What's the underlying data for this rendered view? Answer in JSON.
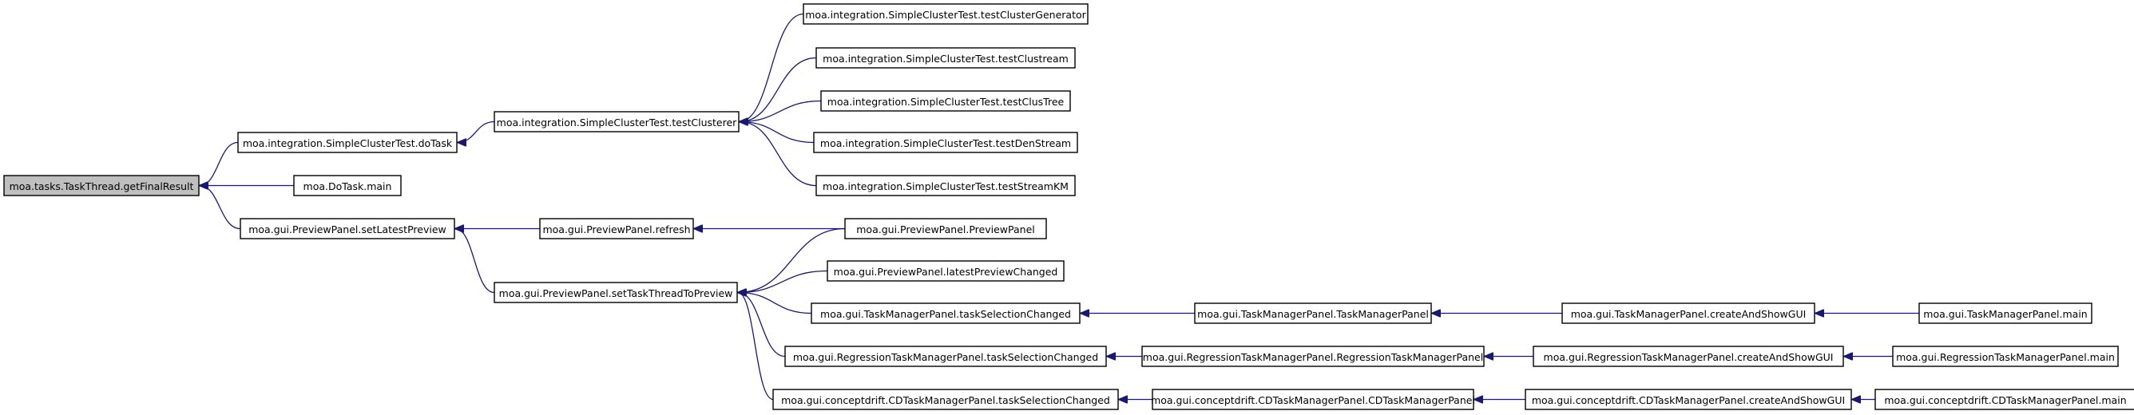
{
  "diagram": {
    "type": "call-graph",
    "edge_color": "#191970",
    "root_fill": "#bfbfbf",
    "nodes": [
      {
        "id": "getFinalResult",
        "label": "moa.tasks.TaskThread.getFinalResult",
        "root": true
      },
      {
        "id": "doTask",
        "label": "moa.integration.SimpleClusterTest.doTask"
      },
      {
        "id": "doTaskMain",
        "label": "moa.DoTask.main"
      },
      {
        "id": "setLatestPreview",
        "label": "moa.gui.PreviewPanel.setLatestPreview"
      },
      {
        "id": "testClusterer",
        "label": "moa.integration.SimpleClusterTest.testClusterer"
      },
      {
        "id": "testClusterGenerator",
        "label": "moa.integration.SimpleClusterTest.testClusterGenerator"
      },
      {
        "id": "testClustream",
        "label": "moa.integration.SimpleClusterTest.testClustream"
      },
      {
        "id": "testClusTree",
        "label": "moa.integration.SimpleClusterTest.testClusTree"
      },
      {
        "id": "testDenStream",
        "label": "moa.integration.SimpleClusterTest.testDenStream"
      },
      {
        "id": "testStreamKM",
        "label": "moa.integration.SimpleClusterTest.testStreamKM"
      },
      {
        "id": "refresh",
        "label": "moa.gui.PreviewPanel.refresh"
      },
      {
        "id": "setTaskThreadToPreview",
        "label": "moa.gui.PreviewPanel.setTaskThreadToPreview"
      },
      {
        "id": "previewPanel",
        "label": "moa.gui.PreviewPanel.PreviewPanel"
      },
      {
        "id": "latestPreviewChanged",
        "label": "moa.gui.PreviewPanel.latestPreviewChanged"
      },
      {
        "id": "tmpTaskSel",
        "label": "moa.gui.TaskManagerPanel.taskSelectionChanged"
      },
      {
        "id": "rtmpTaskSel",
        "label": "moa.gui.RegressionTaskManagerPanel.taskSelectionChanged"
      },
      {
        "id": "cdTaskSel",
        "label": "moa.gui.conceptdrift.CDTaskManagerPanel.taskSelectionChanged"
      },
      {
        "id": "tmpCtor",
        "label": "moa.gui.TaskManagerPanel.TaskManagerPanel"
      },
      {
        "id": "rtmpCtor",
        "label": "moa.gui.RegressionTaskManagerPanel.RegressionTaskManagerPanel"
      },
      {
        "id": "cdCtor",
        "label": "moa.gui.conceptdrift.CDTaskManagerPanel.CDTaskManagerPanel"
      },
      {
        "id": "tmpCreate",
        "label": "moa.gui.TaskManagerPanel.createAndShowGUI"
      },
      {
        "id": "rtmpCreate",
        "label": "moa.gui.RegressionTaskManagerPanel.createAndShowGUI"
      },
      {
        "id": "cdCreate",
        "label": "moa.gui.conceptdrift.CDTaskManagerPanel.createAndShowGUI"
      },
      {
        "id": "tmpMain",
        "label": "moa.gui.TaskManagerPanel.main"
      },
      {
        "id": "rtmpMain",
        "label": "moa.gui.RegressionTaskManagerPanel.main"
      },
      {
        "id": "cdMain",
        "label": "moa.gui.conceptdrift.CDTaskManagerPanel.main"
      }
    ],
    "edges": [
      {
        "from": "doTask",
        "to": "getFinalResult"
      },
      {
        "from": "doTaskMain",
        "to": "getFinalResult"
      },
      {
        "from": "setLatestPreview",
        "to": "getFinalResult"
      },
      {
        "from": "testClusterer",
        "to": "doTask"
      },
      {
        "from": "testClusterGenerator",
        "to": "testClusterer"
      },
      {
        "from": "testClustream",
        "to": "testClusterer"
      },
      {
        "from": "testClusTree",
        "to": "testClusterer"
      },
      {
        "from": "testDenStream",
        "to": "testClusterer"
      },
      {
        "from": "testStreamKM",
        "to": "testClusterer"
      },
      {
        "from": "refresh",
        "to": "setLatestPreview"
      },
      {
        "from": "setTaskThreadToPreview",
        "to": "setLatestPreview"
      },
      {
        "from": "previewPanel",
        "to": "refresh"
      },
      {
        "from": "previewPanel",
        "to": "setTaskThreadToPreview"
      },
      {
        "from": "latestPreviewChanged",
        "to": "setTaskThreadToPreview"
      },
      {
        "from": "tmpTaskSel",
        "to": "setTaskThreadToPreview"
      },
      {
        "from": "rtmpTaskSel",
        "to": "setTaskThreadToPreview"
      },
      {
        "from": "cdTaskSel",
        "to": "setTaskThreadToPreview"
      },
      {
        "from": "tmpCtor",
        "to": "tmpTaskSel"
      },
      {
        "from": "rtmpCtor",
        "to": "rtmpTaskSel"
      },
      {
        "from": "cdCtor",
        "to": "cdTaskSel"
      },
      {
        "from": "tmpCreate",
        "to": "tmpCtor"
      },
      {
        "from": "rtmpCreate",
        "to": "rtmpCtor"
      },
      {
        "from": "cdCreate",
        "to": "cdCtor"
      },
      {
        "from": "tmpMain",
        "to": "tmpCreate"
      },
      {
        "from": "rtmpMain",
        "to": "rtmpCreate"
      },
      {
        "from": "cdMain",
        "to": "cdCreate"
      }
    ]
  }
}
